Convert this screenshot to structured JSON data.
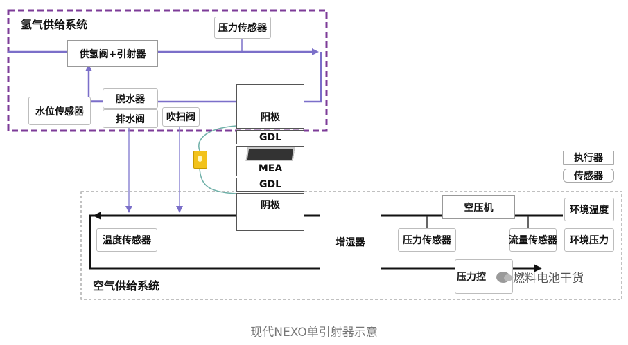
{
  "hydrogen_system": {
    "title": "氢气供给系统"
  },
  "air_system": {
    "title": "空气供给系统"
  },
  "components": {
    "pressure_sensor_top": "压力传感器",
    "supply_valve_ejector": "供氢阀+引射器",
    "water_separator": "脱水器",
    "drain_valve": "排水阀",
    "water_level_sensor": "水位传感器",
    "purge_valve": "吹扫阀",
    "anode": "阳极",
    "gdl_top": "GDL",
    "mea": "MEA",
    "gdl_bottom": "GDL",
    "cathode": "阴极",
    "temp_sensor": "温度传感器",
    "humidifier": "增湿器",
    "pressure_sensor_air": "压力传感器",
    "compressor": "空压机",
    "flow_sensor": "流量传感器",
    "ambient_temp": "环境温度",
    "ambient_pressure": "环境压力",
    "pressure_control": "压力控"
  },
  "legend": {
    "actuator": "执行器",
    "sensor": "传感器"
  },
  "watermark": "燃料电池干货",
  "caption": "现代NEXO单引射器示意",
  "colors": {
    "hydrogen_border": "#7d3c98",
    "flow_line": "#7b6fc9",
    "air_border": "#9a9a9a"
  }
}
